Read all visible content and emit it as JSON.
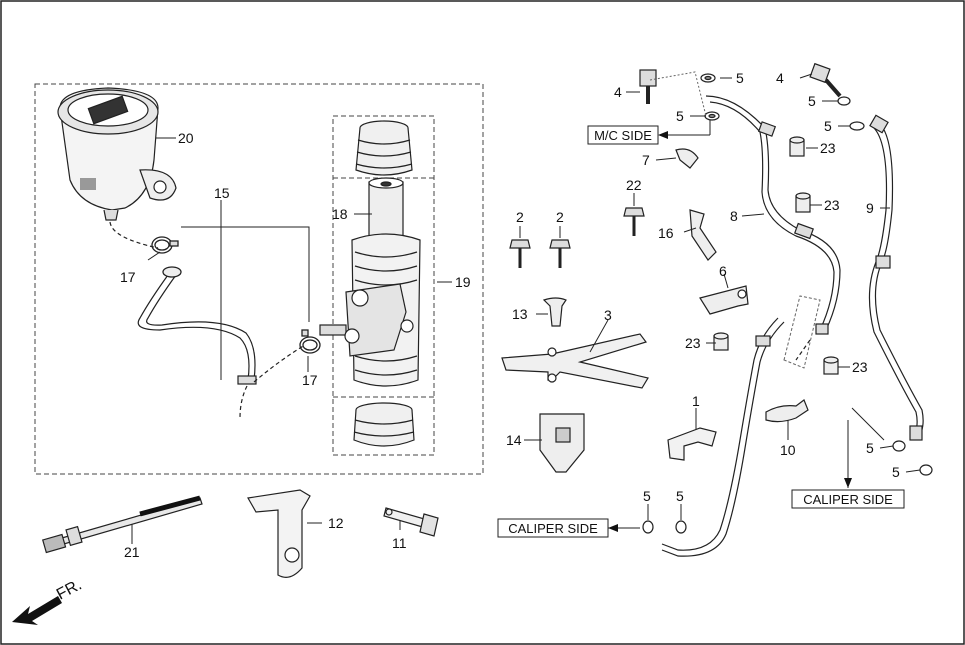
{
  "callouts": {
    "c20": "20",
    "c15": "15",
    "c17a": "17",
    "c17b": "17",
    "c18": "18",
    "c19": "19",
    "c21": "21",
    "c12": "12",
    "c11": "11",
    "c2a": "2",
    "c2b": "2",
    "c22": "22",
    "c16": "16",
    "c13": "13",
    "c3": "3",
    "c14": "14",
    "c4a": "4",
    "c5a": "5",
    "c5b": "5",
    "c7": "7",
    "c8": "8",
    "c6": "6",
    "c23a": "23",
    "c23b": "23",
    "c23c": "23",
    "c23d": "23",
    "c4b": "4",
    "c5c": "5",
    "c5d": "5",
    "c9": "9",
    "c1": "1",
    "c10": "10",
    "c5e": "5",
    "c5f": "5",
    "c5g": "5",
    "c5h": "5"
  },
  "labels": {
    "mc_side": "M/C SIDE",
    "caliper_side_left": "CALIPER SIDE",
    "caliper_side_right": "CALIPER SIDE",
    "front": "FR."
  }
}
